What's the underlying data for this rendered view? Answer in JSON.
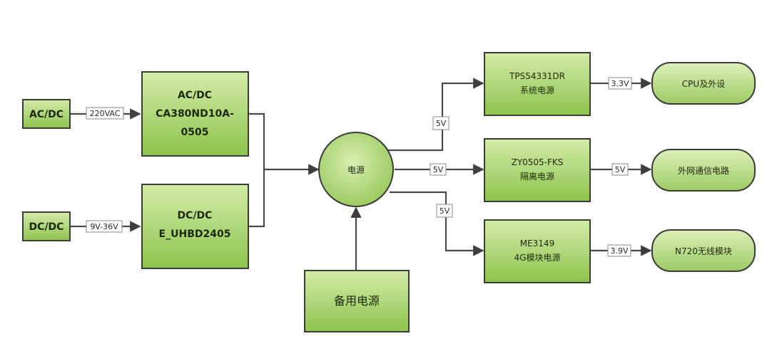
{
  "diagram": {
    "inputs": [
      {
        "id": "acdc_in",
        "label": "AC/DC"
      },
      {
        "id": "dcdc_in",
        "label": "DC/DC"
      }
    ],
    "converters": [
      {
        "id": "acdc_conv",
        "lines": [
          "AC/DC",
          "CA380ND10A-",
          "0505"
        ]
      },
      {
        "id": "dcdc_conv",
        "lines": [
          "DC/DC",
          "E_UHBD2405"
        ]
      }
    ],
    "hub": {
      "label": "电源"
    },
    "backup": {
      "label": "备用电源"
    },
    "regulators": [
      {
        "id": "reg1",
        "lines": [
          "TPS54331DR",
          "系统电源"
        ]
      },
      {
        "id": "reg2",
        "lines": [
          "ZY0505-FKS",
          "隔离电源"
        ]
      },
      {
        "id": "reg3",
        "lines": [
          "ME3149",
          "4G模块电源"
        ]
      }
    ],
    "loads": [
      {
        "id": "load1",
        "label": "CPU及外设"
      },
      {
        "id": "load2",
        "label": "外网通信电路"
      },
      {
        "id": "load3",
        "label": "N720无线模块"
      }
    ],
    "edge_labels": {
      "ac_in": "220VAC",
      "dc_in": "9V-36V",
      "hub_to_reg1": "5V",
      "hub_to_reg2": "5V",
      "hub_to_reg3": "5V",
      "reg1_to_load1": "3.3V",
      "reg2_to_load2": "5V",
      "reg3_to_load3": "3.9V"
    },
    "colors": {
      "box_light": "#c9e79f",
      "box_dark": "#8fc44f",
      "stroke": "#3b3b3b",
      "wire": "#4a4a4a"
    }
  }
}
